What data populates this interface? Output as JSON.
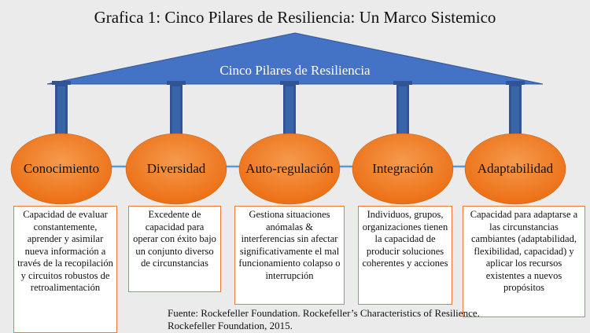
{
  "title": "Grafica 1:  Cinco Pilares de Resiliencia: Un Marco Sistemico",
  "roof_label": "Cinco Pilares de Resiliencia",
  "pillars": [
    {
      "label": "Conocimiento",
      "description": "Capacidad de evaluar constantemente, aprender y asimilar nueva información a través de la recopilación y circuitos robustos de retroalimentación"
    },
    {
      "label": "Diversidad",
      "description": "Excedente de capacidad para operar con éxito bajo un conjunto diverso de circunstancias"
    },
    {
      "label": "Auto-regulación",
      "description": "Gestiona situaciones anómalas & interferencias sin afectar significativamente el mal funcionamiento colapso o interrupción"
    },
    {
      "label": "Integración",
      "description": "Individuos, grupos, organizaciones tienen la capacidad de producir soluciones coherentes y acciones"
    },
    {
      "label": "Adaptabilidad",
      "description": "Capacidad para adaptarse a las circunstancias cambiantes (adaptabilidad, flexibilidad, capacidad) y aplicar los recursos existentes a nuevos propósitos"
    }
  ],
  "source": "Fuente: Rockefeller Foundation. Rockefeller’s Characteristics of Resilience. Rockefeller Foundation, 2015.",
  "colors": {
    "roof": "#4472c4",
    "pillar": "#2f5597",
    "ellipse": "#f07f28",
    "connector": "#5b9bd5",
    "box_border": "#ed7d31"
  }
}
